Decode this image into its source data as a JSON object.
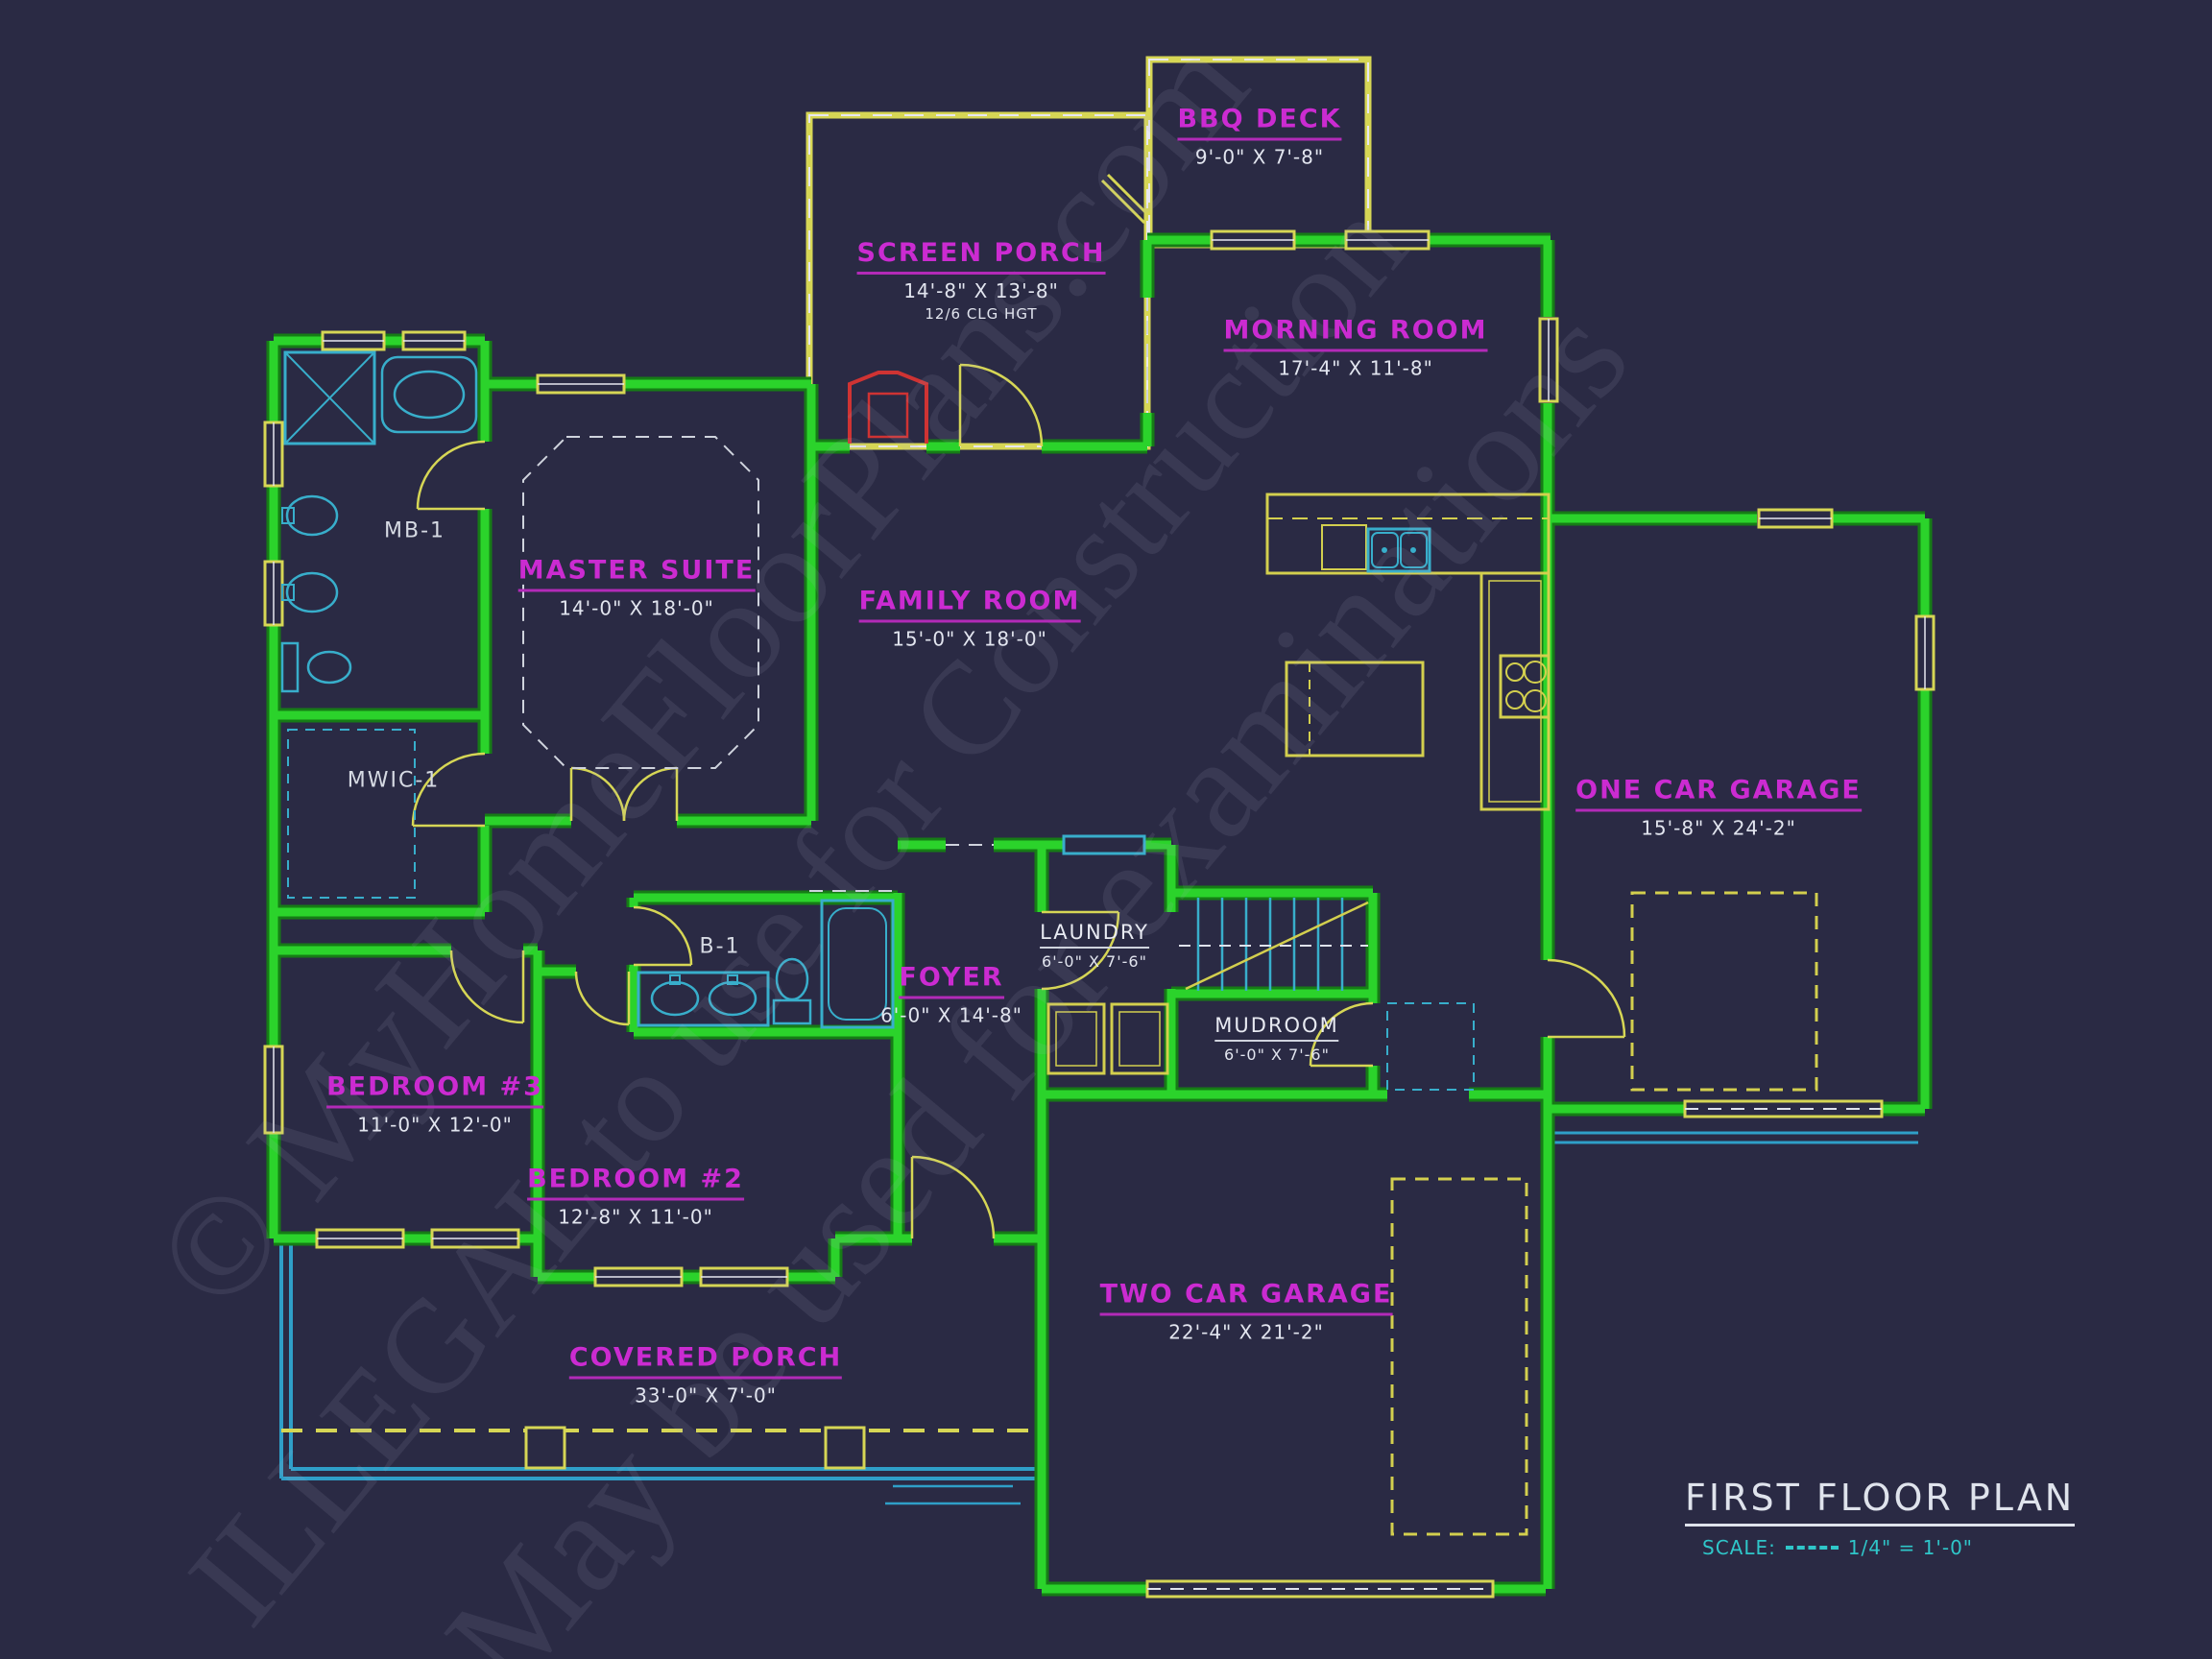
{
  "colors": {
    "background": "#2a2a44",
    "wall_green": "#2bd32b",
    "wall_green_dark": "#167c16",
    "line_yellow": "#d6d655",
    "fixture_cyan": "#38aecb",
    "porch_cyan": "#2f9fc8",
    "label_magenta": "#cb2bd1",
    "text_white": "#e2e5ef",
    "scale_cyan": "#2fc6c9",
    "fireplace_red": "#cf3333"
  },
  "rooms": [
    {
      "name": "BBQ DECK",
      "dims": "9'-0\" X 7'-8\""
    },
    {
      "name": "SCREEN PORCH",
      "dims": "14'-8\" X 13'-8\"",
      "note": "12/6 CLG HGT"
    },
    {
      "name": "MORNING ROOM",
      "dims": "17'-4\" X 11'-8\""
    },
    {
      "name": "MASTER SUITE",
      "dims": "14'-0\" X 18'-0\""
    },
    {
      "name": "FAMILY ROOM",
      "dims": "15'-0\" X 18'-0\""
    },
    {
      "name": "ONE CAR GARAGE",
      "dims": "15'-8\" X 24'-2\""
    },
    {
      "name": "FOYER",
      "dims": "6'-0\" X 14'-8\""
    },
    {
      "name": "BEDROOM #3",
      "dims": "11'-0\" X 12'-0\""
    },
    {
      "name": "BEDROOM #2",
      "dims": "12'-8\" X 11'-0\""
    },
    {
      "name": "COVERED PORCH",
      "dims": "33'-0\" X 7'-0\""
    },
    {
      "name": "TWO CAR GARAGE",
      "dims": "22'-4\" X 21'-2\""
    }
  ],
  "small_labels": [
    {
      "name": "MB-1"
    },
    {
      "name": "MWIC-1"
    },
    {
      "name": "B-1"
    }
  ],
  "utility_rooms": [
    {
      "name": "LAUNDRY",
      "dims": "6'-0\" X 7'-6\""
    },
    {
      "name": "MUDROOM",
      "dims": "6'-0\" X 7'-6\""
    }
  ],
  "title_block": {
    "title": "FIRST FLOOR PLAN",
    "scale_label": "SCALE:",
    "scale_value": "1/4\" = 1'-0\""
  },
  "watermark": {
    "line1": "© MyHomeFloorPlans.com",
    "line2": "ILLEGAL to use for Construction",
    "line3": "May be used for examinations"
  }
}
